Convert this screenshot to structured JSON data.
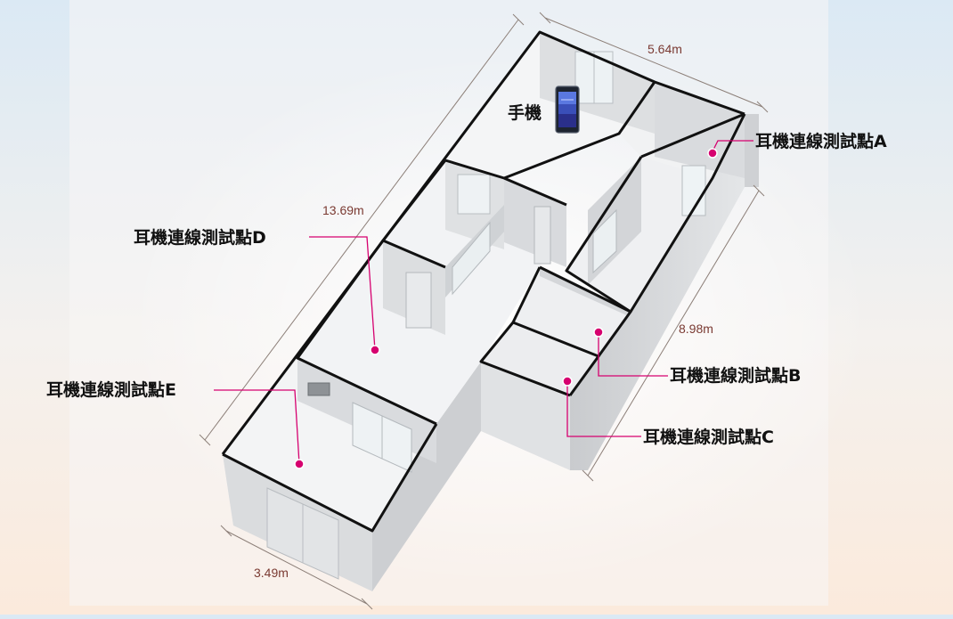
{
  "colors": {
    "pin": "#d6006f",
    "dimension_text": "#7a3a32",
    "wall_outline": "#111111",
    "wall_face": "#d6d8da",
    "floor": "#f3f4f6",
    "background_top": "#dbe9f4",
    "background_bottom": "#fbeee2"
  },
  "phone": {
    "label": "手機",
    "icon": "smartphone-icon"
  },
  "test_points": [
    {
      "id": "A",
      "label": "耳機連線測試點A"
    },
    {
      "id": "B",
      "label": "耳機連線測試點B"
    },
    {
      "id": "C",
      "label": "耳機連線測試點C"
    },
    {
      "id": "D",
      "label": "耳機連線測試點D"
    },
    {
      "id": "E",
      "label": "耳機連線測試點E"
    }
  ],
  "dimensions": {
    "top_width": "5.64m",
    "total_length": "13.69m",
    "right_length": "8.98m",
    "bottom_width": "3.49m"
  }
}
